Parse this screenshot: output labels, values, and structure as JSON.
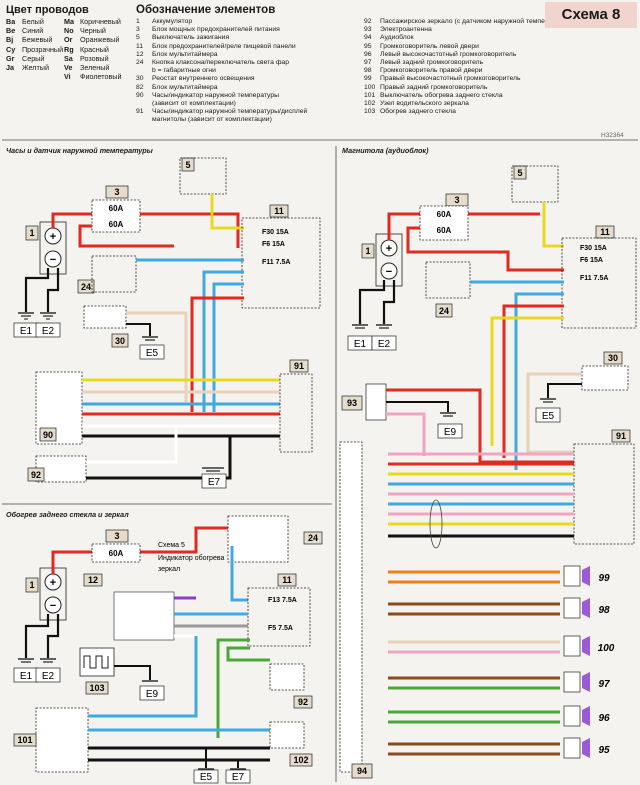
{
  "legend": {
    "title": "Цвет проводов",
    "left": [
      {
        "code": "Ba",
        "label": "Белый"
      },
      {
        "code": "Be",
        "label": "Синий"
      },
      {
        "code": "Bj",
        "label": "Бежевый"
      },
      {
        "code": "Cy",
        "label": "Прозрачный"
      },
      {
        "code": "Gr",
        "label": "Серый"
      },
      {
        "code": "Ja",
        "label": "Желтый"
      }
    ],
    "right": [
      {
        "code": "Ma",
        "label": "Коричневый"
      },
      {
        "code": "No",
        "label": "Черный"
      },
      {
        "code": "Or",
        "label": "Оранжевый"
      },
      {
        "code": "Rg",
        "label": "Красный"
      },
      {
        "code": "Sa",
        "label": "Розовый"
      },
      {
        "code": "Ve",
        "label": "Зеленый"
      },
      {
        "code": "Vi",
        "label": "Фиолетовый"
      }
    ]
  },
  "elements": {
    "title": "Обозначение элементов",
    "col1": [
      {
        "n": "1",
        "t": "Аккумулятор"
      },
      {
        "n": "3",
        "t": "Блок мощных предохранителей питания"
      },
      {
        "n": "5",
        "t": "Выключатель зажигания"
      },
      {
        "n": "11",
        "t": "Блок предохранителей/реле пищевой панели"
      },
      {
        "n": "12",
        "t": "Блок мультитаймера"
      },
      {
        "n": "24",
        "t": "Кнопка клаксона/переключатель света фар"
      },
      {
        "n": "",
        "t": "b = габаритные огни"
      },
      {
        "n": "30",
        "t": "Реостат внутреннего освещения"
      },
      {
        "n": "82",
        "t": "Блок мультитаймера"
      },
      {
        "n": "90",
        "t": "Часы/индикатор наружной температуры"
      },
      {
        "n": "",
        "t": "(зависит от комплектации)"
      },
      {
        "n": "91",
        "t": "Часы/индикатор наружной температуры/дисплей"
      },
      {
        "n": "",
        "t": "магнитолы (зависит от комплектации)"
      }
    ],
    "col2": [
      {
        "n": "92",
        "t": "Пассажирское зеркало (с датчиком наружной температуры)"
      },
      {
        "n": "93",
        "t": "Электроантенна"
      },
      {
        "n": "94",
        "t": "Аудиоблок"
      },
      {
        "n": "95",
        "t": "Громкоговоритель левой двери"
      },
      {
        "n": "96",
        "t": "Левый высокочастотный громкоговоритель"
      },
      {
        "n": "97",
        "t": "Левый задний громкоговоритель"
      },
      {
        "n": "98",
        "t": "Громкоговоритель правой двери"
      },
      {
        "n": "99",
        "t": "Правый высокочастотный громкоговоритель"
      },
      {
        "n": "100",
        "t": "Правый задний громкоговоритель"
      },
      {
        "n": "101",
        "t": "Выключатель обогрева заднего стекла"
      },
      {
        "n": "102",
        "t": "Узел водительского зеркала"
      },
      {
        "n": "103",
        "t": "Обогрев заднего стекла"
      }
    ]
  },
  "scheme_title": "Схема 8",
  "code_label": "H32364",
  "sections": {
    "clock": "Часы и датчик наружной температуры",
    "radio": "Магнитола (аудиоблок)",
    "heat": "Обогрев заднего стекла и зеркал"
  },
  "labels": {
    "ground": [
      "E1",
      "E2",
      "E5",
      "E7",
      "E9"
    ],
    "fuse60": "60A",
    "f30": "F30 15A",
    "f6": "F6 15A",
    "f11": "F11 7.5A",
    "f13": "F13 7.5A",
    "f5": "F5 7.5A",
    "scheme5": "Схема 5",
    "indicator": "Индикатор обогрева",
    "mirrors": "зеркал",
    "plus": "+",
    "minus": "−"
  },
  "colors": {
    "Rg": "#e02a1f",
    "Be": "#3fa9e0",
    "Ja": "#e8d81f",
    "Bj": "#e8d2b8",
    "No": "#111111",
    "Ba": "#ffffff",
    "Gr": "#9a9a9a",
    "Sa": "#f2a4c4",
    "Ve": "#4aa836",
    "Or": "#ef7d1a",
    "Ma": "#8a4a1e",
    "Vi": "#8e3cc4",
    "box": "#e6dccb",
    "speaker": "#9c5ad6",
    "tag": "#f2d4cf"
  }
}
